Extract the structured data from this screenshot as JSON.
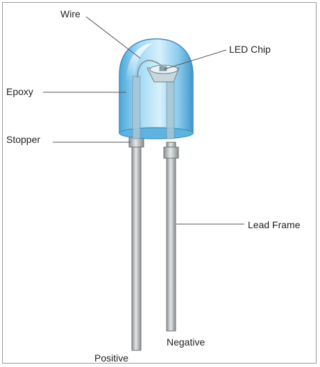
{
  "labels": {
    "wire": "Wire",
    "led_chip": "LED Chip",
    "epoxy": "Epoxy",
    "stopper": "Stopper",
    "lead_frame": "Lead Frame",
    "negative": "Negative",
    "positive": "Positive"
  },
  "colors": {
    "epoxy_blue": "#7ec8ec",
    "lead_metal": "#b8bcbe",
    "leader_line": "#555555"
  }
}
